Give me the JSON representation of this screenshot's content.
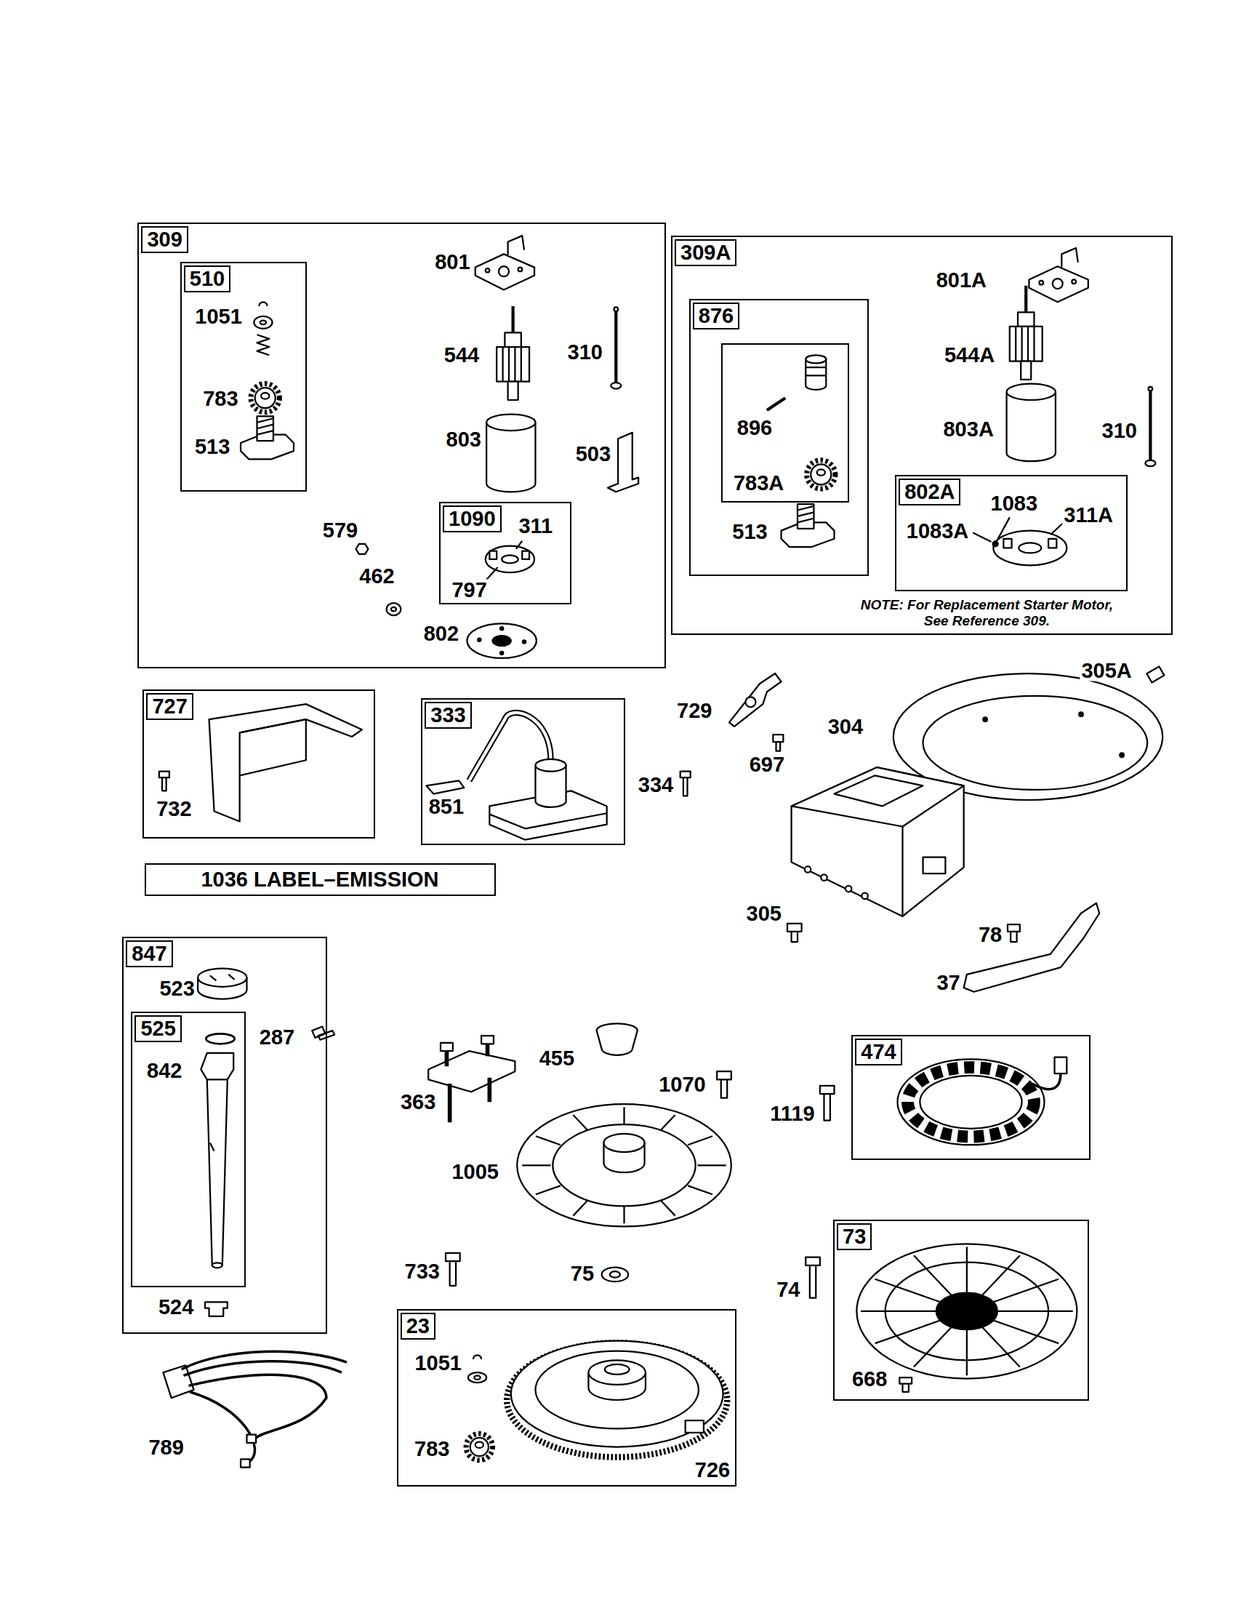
{
  "diagram": {
    "nodes": [
      {
        "text": [
          "309",
          "801",
          "544",
          "310",
          "803",
          "503",
          "579",
          "462",
          "802"
        ]
      },
      {
        "text": [
          "510",
          "1051",
          "783",
          "513"
        ],
        "in": 0
      },
      {
        "text": [
          "1090",
          "311",
          "797"
        ],
        "in": 0
      },
      {
        "text": [
          "309A",
          "801A",
          "544A",
          "803A",
          "310",
          "NOTE: For Replacement Starter Motor, See Reference 309."
        ]
      },
      {
        "text": [
          "876",
          "513"
        ],
        "in": 3
      },
      {
        "text": [
          "896",
          "783A"
        ],
        "in": 4
      },
      {
        "text": [
          "802A",
          "1083",
          "1083A",
          "311A"
        ],
        "in": 3
      },
      {
        "text": [
          "727",
          "732"
        ]
      },
      {
        "text": [
          "333",
          "851"
        ]
      },
      {
        "text": [
          "1036 LABEL–EMISSION"
        ]
      },
      {
        "text": [
          "847",
          "523",
          "287",
          "524"
        ]
      },
      {
        "text": [
          "525",
          "842"
        ],
        "in": 10
      },
      {
        "text": [
          "474"
        ]
      },
      {
        "text": [
          "73",
          "668"
        ]
      },
      {
        "text": [
          "23",
          "1051",
          "783",
          "726"
        ]
      }
    ],
    "labels": [
      "729",
      "304",
      "305A",
      "697",
      "334",
      "305",
      "78",
      "37",
      "363",
      "455",
      "1070",
      "1119",
      "1005",
      "733",
      "75",
      "74",
      "789"
    ]
  }
}
